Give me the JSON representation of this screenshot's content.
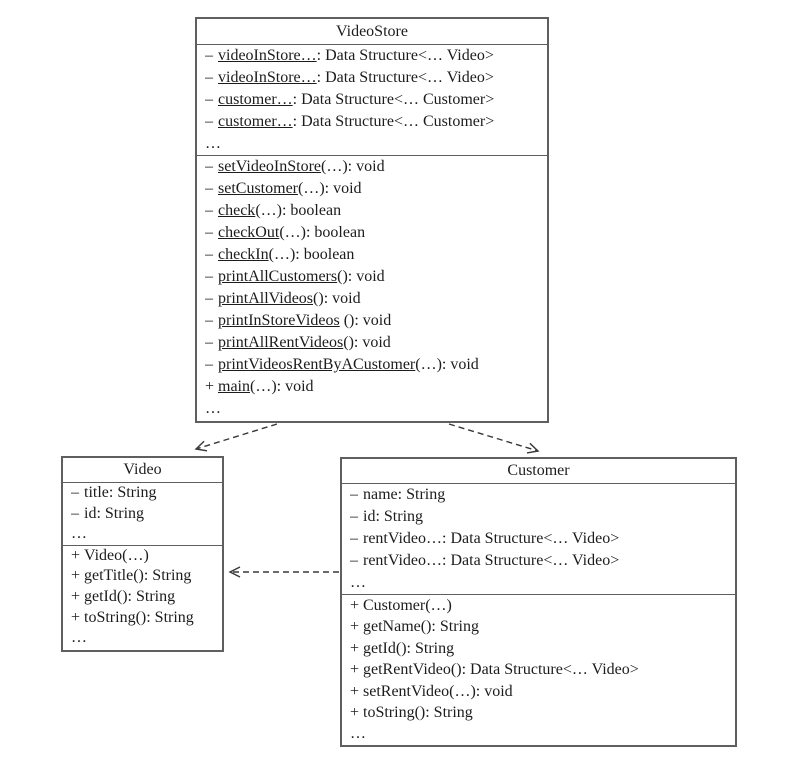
{
  "colors": {
    "background": "#ffffff",
    "box_border": "#5f5f5f",
    "text": "#1c1c1c",
    "arrow": "#383838"
  },
  "classes": [
    {
      "name": "VideoStore",
      "attributes": [
        {
          "v": "–",
          "u": "videoInStore…",
          "t": ": Data Structure<… Video>"
        },
        {
          "v": "–",
          "u": "videoInStore…",
          "t": ": Data Structure<… Video>"
        },
        {
          "v": "–",
          "u": "customer…",
          "t": ": Data Structure<… Customer>"
        },
        {
          "v": "–",
          "u": "customer…",
          "t": ": Data Structure<… Customer>"
        },
        {
          "v": "",
          "u": "",
          "t": "…"
        }
      ],
      "methods": [
        {
          "v": "–",
          "u": "setVideoInStore",
          "t": "(…): void"
        },
        {
          "v": "–",
          "u": "setCustomer",
          "t": "(…): void"
        },
        {
          "v": "–",
          "u": "check",
          "t": "(…): boolean"
        },
        {
          "v": "–",
          "u": "checkOut",
          "t": "(…): boolean"
        },
        {
          "v": "–",
          "u": "checkIn",
          "t": "(…): boolean"
        },
        {
          "v": "–",
          "u": "printAllCustomers",
          "t": "(): void"
        },
        {
          "v": "–",
          "u": "printAllVideos",
          "t": "(): void"
        },
        {
          "v": "–",
          "u": "printInStoreVideos",
          "t": " (): void"
        },
        {
          "v": "–",
          "u": "printAllRentVideos",
          "t": "(): void"
        },
        {
          "v": "–",
          "u": "printVideosRentByACustomer",
          "t": "(…): void"
        },
        {
          "v": "+",
          "u": "main",
          "t": "(…): void"
        },
        {
          "v": "",
          "u": "",
          "t": "…"
        }
      ]
    },
    {
      "name": "Video",
      "attributes": [
        {
          "v": "–",
          "u": "",
          "t": "title: String"
        },
        {
          "v": "–",
          "u": "",
          "t": "id: String"
        },
        {
          "v": "",
          "u": "",
          "t": "…"
        }
      ],
      "methods": [
        {
          "v": "+",
          "u": "",
          "t": "Video(…)"
        },
        {
          "v": "+",
          "u": "",
          "t": "getTitle(): String"
        },
        {
          "v": "+",
          "u": "",
          "t": "getId(): String"
        },
        {
          "v": "+",
          "u": "",
          "t": "toString(): String"
        },
        {
          "v": "",
          "u": "",
          "t": "…"
        }
      ]
    },
    {
      "name": "Customer",
      "attributes": [
        {
          "v": "–",
          "u": "",
          "t": "name: String"
        },
        {
          "v": "–",
          "u": "",
          "t": "id: String"
        },
        {
          "v": "–",
          "u": "",
          "t": "rentVideo…: Data Structure<… Video>"
        },
        {
          "v": "–",
          "u": "",
          "t": "rentVideo…: Data Structure<… Video>"
        },
        {
          "v": "",
          "u": "",
          "t": "…"
        }
      ],
      "methods": [
        {
          "v": "+",
          "u": "",
          "t": "Customer(…)"
        },
        {
          "v": "+",
          "u": "",
          "t": "getName(): String"
        },
        {
          "v": "+",
          "u": "",
          "t": "getId(): String"
        },
        {
          "v": "+",
          "u": "",
          "t": "getRentVideo(): Data Structure<… Video>"
        },
        {
          "v": "+",
          "u": "",
          "t": "setRentVideo(…): void"
        },
        {
          "v": "+",
          "u": "",
          "t": "toString(): String"
        },
        {
          "v": "",
          "u": "",
          "t": "…"
        }
      ]
    }
  ],
  "relations": [
    {
      "name": "videostore-uses-video",
      "style": "dashed-open-arrow",
      "from": "VideoStore",
      "to": "Video"
    },
    {
      "name": "videostore-uses-customer",
      "style": "dashed-open-arrow",
      "from": "VideoStore",
      "to": "Customer"
    },
    {
      "name": "customer-uses-video",
      "style": "dashed-open-arrow",
      "from": "Customer",
      "to": "Video"
    }
  ]
}
